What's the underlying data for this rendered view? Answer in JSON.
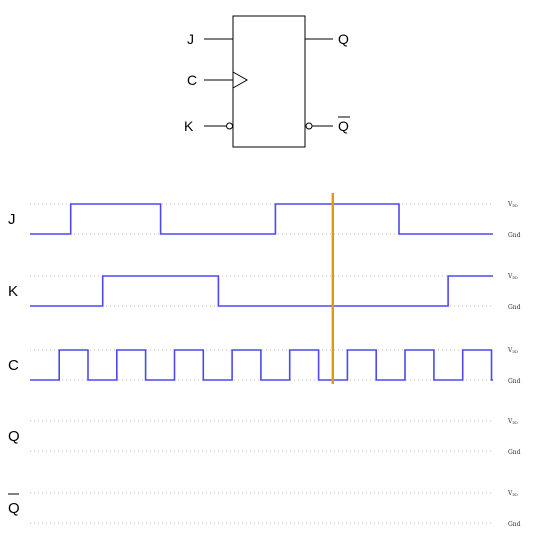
{
  "schematic": {
    "inputs": {
      "j": "J",
      "c": "C",
      "k": "K"
    },
    "outputs": {
      "q": "Q",
      "q_bar": "Q"
    }
  },
  "timing": {
    "rail_labels": {
      "high": "V",
      "high_sub": "DD",
      "low": "Gnd"
    },
    "signals": [
      {
        "name": "J",
        "overline": false,
        "levels": [
          [
            0,
            0
          ],
          [
            0.088,
            1
          ],
          [
            0.282,
            0
          ],
          [
            0.53,
            1
          ],
          [
            0.797,
            0
          ],
          [
            1,
            0
          ]
        ]
      },
      {
        "name": "K",
        "overline": false,
        "levels": [
          [
            0,
            0
          ],
          [
            0.157,
            1
          ],
          [
            0.407,
            0
          ],
          [
            0.903,
            1
          ],
          [
            1,
            1
          ]
        ]
      },
      {
        "name": "C",
        "overline": false,
        "clock": {
          "period": 0.1245,
          "first_rise": 0.063,
          "high_fraction": 0.5
        }
      },
      {
        "name": "Q",
        "overline": false,
        "levels": []
      },
      {
        "name": "Q",
        "overline": true,
        "levels": []
      }
    ],
    "cursor": {
      "position": 0.654,
      "color": "#e8960c"
    },
    "wave_color": "#4a4af0"
  }
}
